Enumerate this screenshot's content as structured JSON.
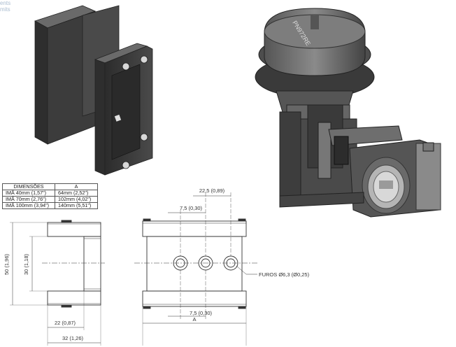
{
  "ghost_text": {
    "line1": "ents",
    "line2": "mits"
  },
  "transmitter_label": "PN972RE",
  "table": {
    "headers": [
      "DIMENSÕES",
      "A"
    ],
    "rows": [
      [
        "IMÃ 40mm (1,57\")",
        "64mm (2,52\")"
      ],
      [
        "IMÃ 70mm (2,76\")",
        "102mm (4,02\")"
      ],
      [
        "IMÃ 100mm (3,94\")",
        "140mm (5,51\")"
      ]
    ]
  },
  "dimensions": {
    "top_spacing": "22,5 (0,89)",
    "hole_spacing_top": "7,5 (0,30)",
    "hole_spacing_bottom": "7,5 (0,30)",
    "holes": "FUROS Ø6,3 (Ø0,25)",
    "height_total": "50 (1,96)",
    "height_inner": "30 (1,18)",
    "depth_inner": "22 (0,87)",
    "depth_total": "32 (1,26)",
    "length": "A"
  },
  "colors": {
    "metal_dark": "#3a3a3a",
    "metal_mid": "#5a5a5a",
    "line": "#333333",
    "hatch": "#999999"
  }
}
